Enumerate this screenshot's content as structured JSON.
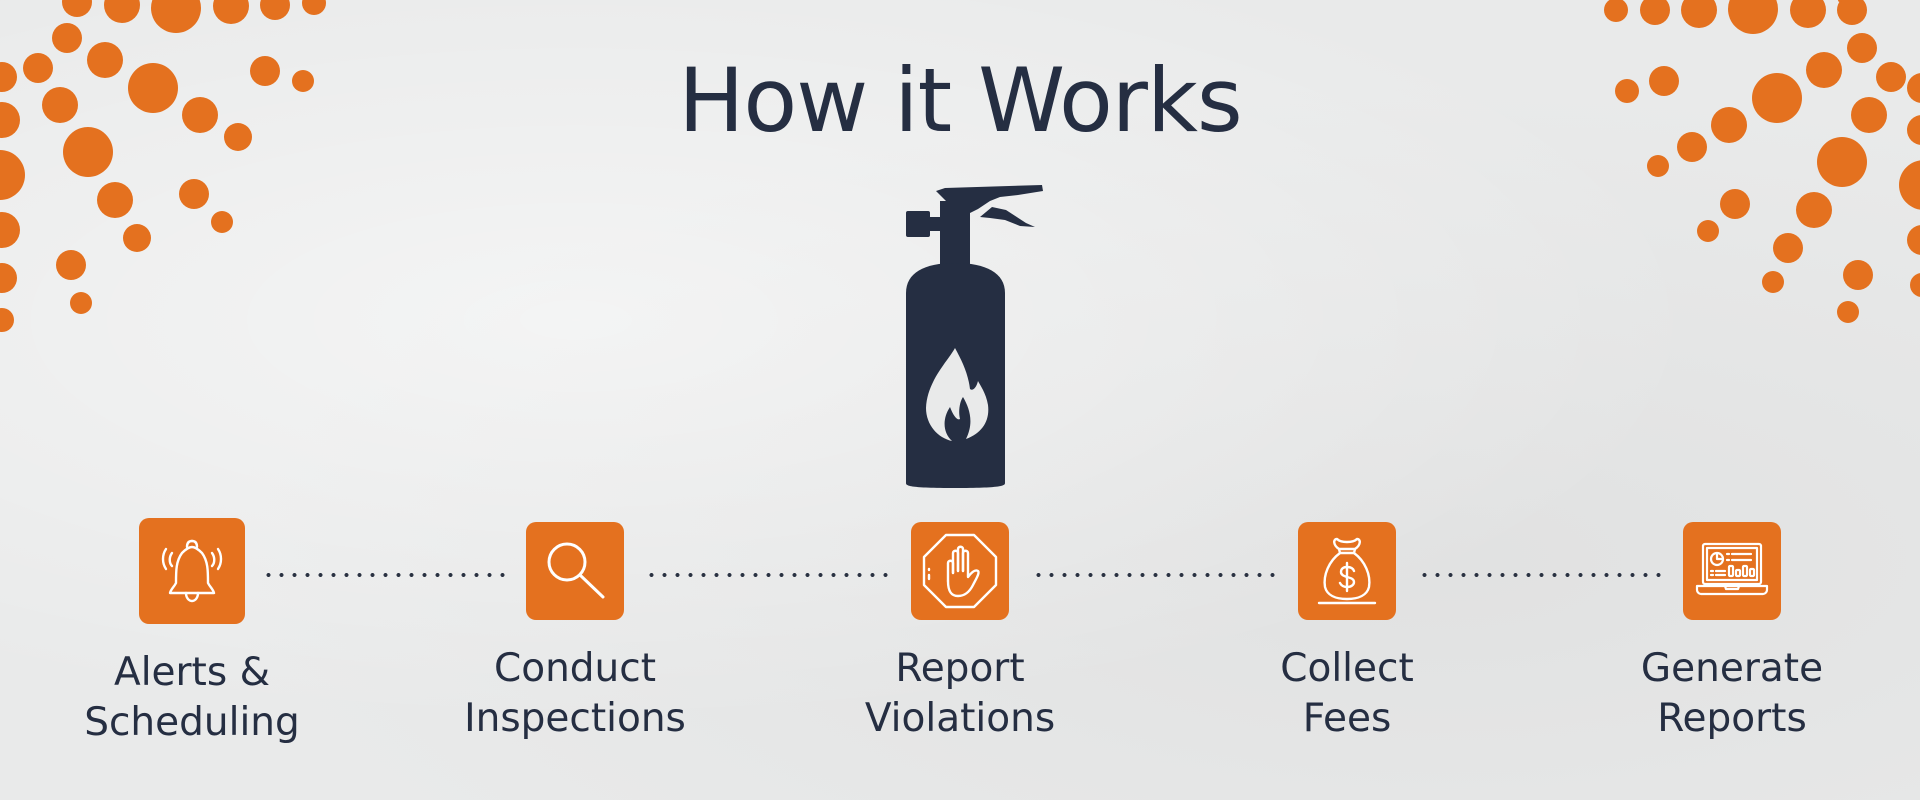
{
  "page": {
    "title": "How it Works"
  },
  "hero": {
    "icon": "fire-extinguisher-icon"
  },
  "steps": [
    {
      "icon": "bell-icon",
      "line1": "Alerts &",
      "line2": "Scheduling"
    },
    {
      "icon": "magnifier-icon",
      "line1": "Conduct",
      "line2": "Inspections"
    },
    {
      "icon": "stop-hand-icon",
      "line1": "Report",
      "line2": "Violations"
    },
    {
      "icon": "money-bag-icon",
      "line1": "Collect",
      "line2": "Fees"
    },
    {
      "icon": "laptop-report-icon",
      "line1": "Generate",
      "line2": "Reports"
    }
  ],
  "colors": {
    "accent": "#e4711f",
    "text": "#252e42",
    "background": "#e9eaea"
  }
}
